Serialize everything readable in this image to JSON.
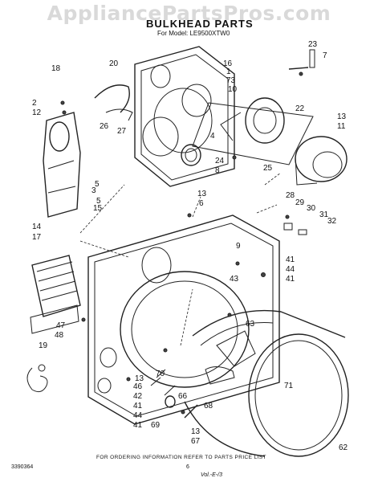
{
  "watermark": "AppliancePartsPros.com",
  "title": "BULKHEAD PARTS",
  "model": "For Model: LE9500XTW0",
  "footer": "FOR ORDERING INFORMATION REFER TO PARTS PRICE LIST",
  "catalog_number": "3390364",
  "page_number": "6",
  "handwritten_note": "Vol.-E-/3",
  "callouts": [
    "23",
    "7",
    "20",
    "16",
    "1",
    "18",
    "73",
    "10",
    "2",
    "12",
    "22",
    "26",
    "27",
    "4",
    "13",
    "11",
    "5",
    "3",
    "24",
    "8",
    "25",
    "5",
    "15",
    "13",
    "6",
    "28",
    "29",
    "30",
    "31",
    "32",
    "14",
    "17",
    "9",
    "41",
    "44",
    "41",
    "43",
    "47",
    "48",
    "63",
    "19",
    "13",
    "46",
    "42",
    "41",
    "44",
    "41",
    "70",
    "66",
    "68",
    "71",
    "69",
    "13",
    "67",
    "62"
  ]
}
